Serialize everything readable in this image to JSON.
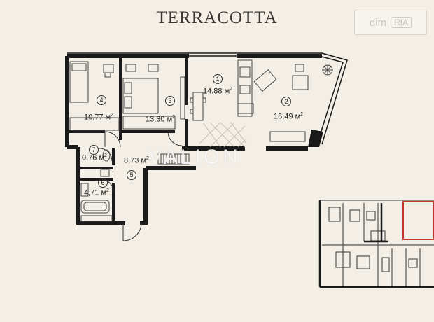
{
  "title": "TERRACOTTA",
  "watermark": {
    "left": "dim",
    "right": "RIA"
  },
  "brand_watermark": "VALION",
  "rooms": [
    {
      "number": "1",
      "area": "14,88 м"
    },
    {
      "number": "2",
      "area": "16,49 м"
    },
    {
      "number": "3",
      "area": "13,30 м"
    },
    {
      "number": "4",
      "area": "10,77 м"
    },
    {
      "number": "5",
      "area": "8,73 м"
    },
    {
      "number": "6",
      "area": "4,71 м"
    },
    {
      "number": "7",
      "area": "0,76 м"
    }
  ],
  "unit_power": "2",
  "colors": {
    "wall": "#1a1a1a",
    "highlight": "#c0392b",
    "background": "#f3efe7"
  }
}
